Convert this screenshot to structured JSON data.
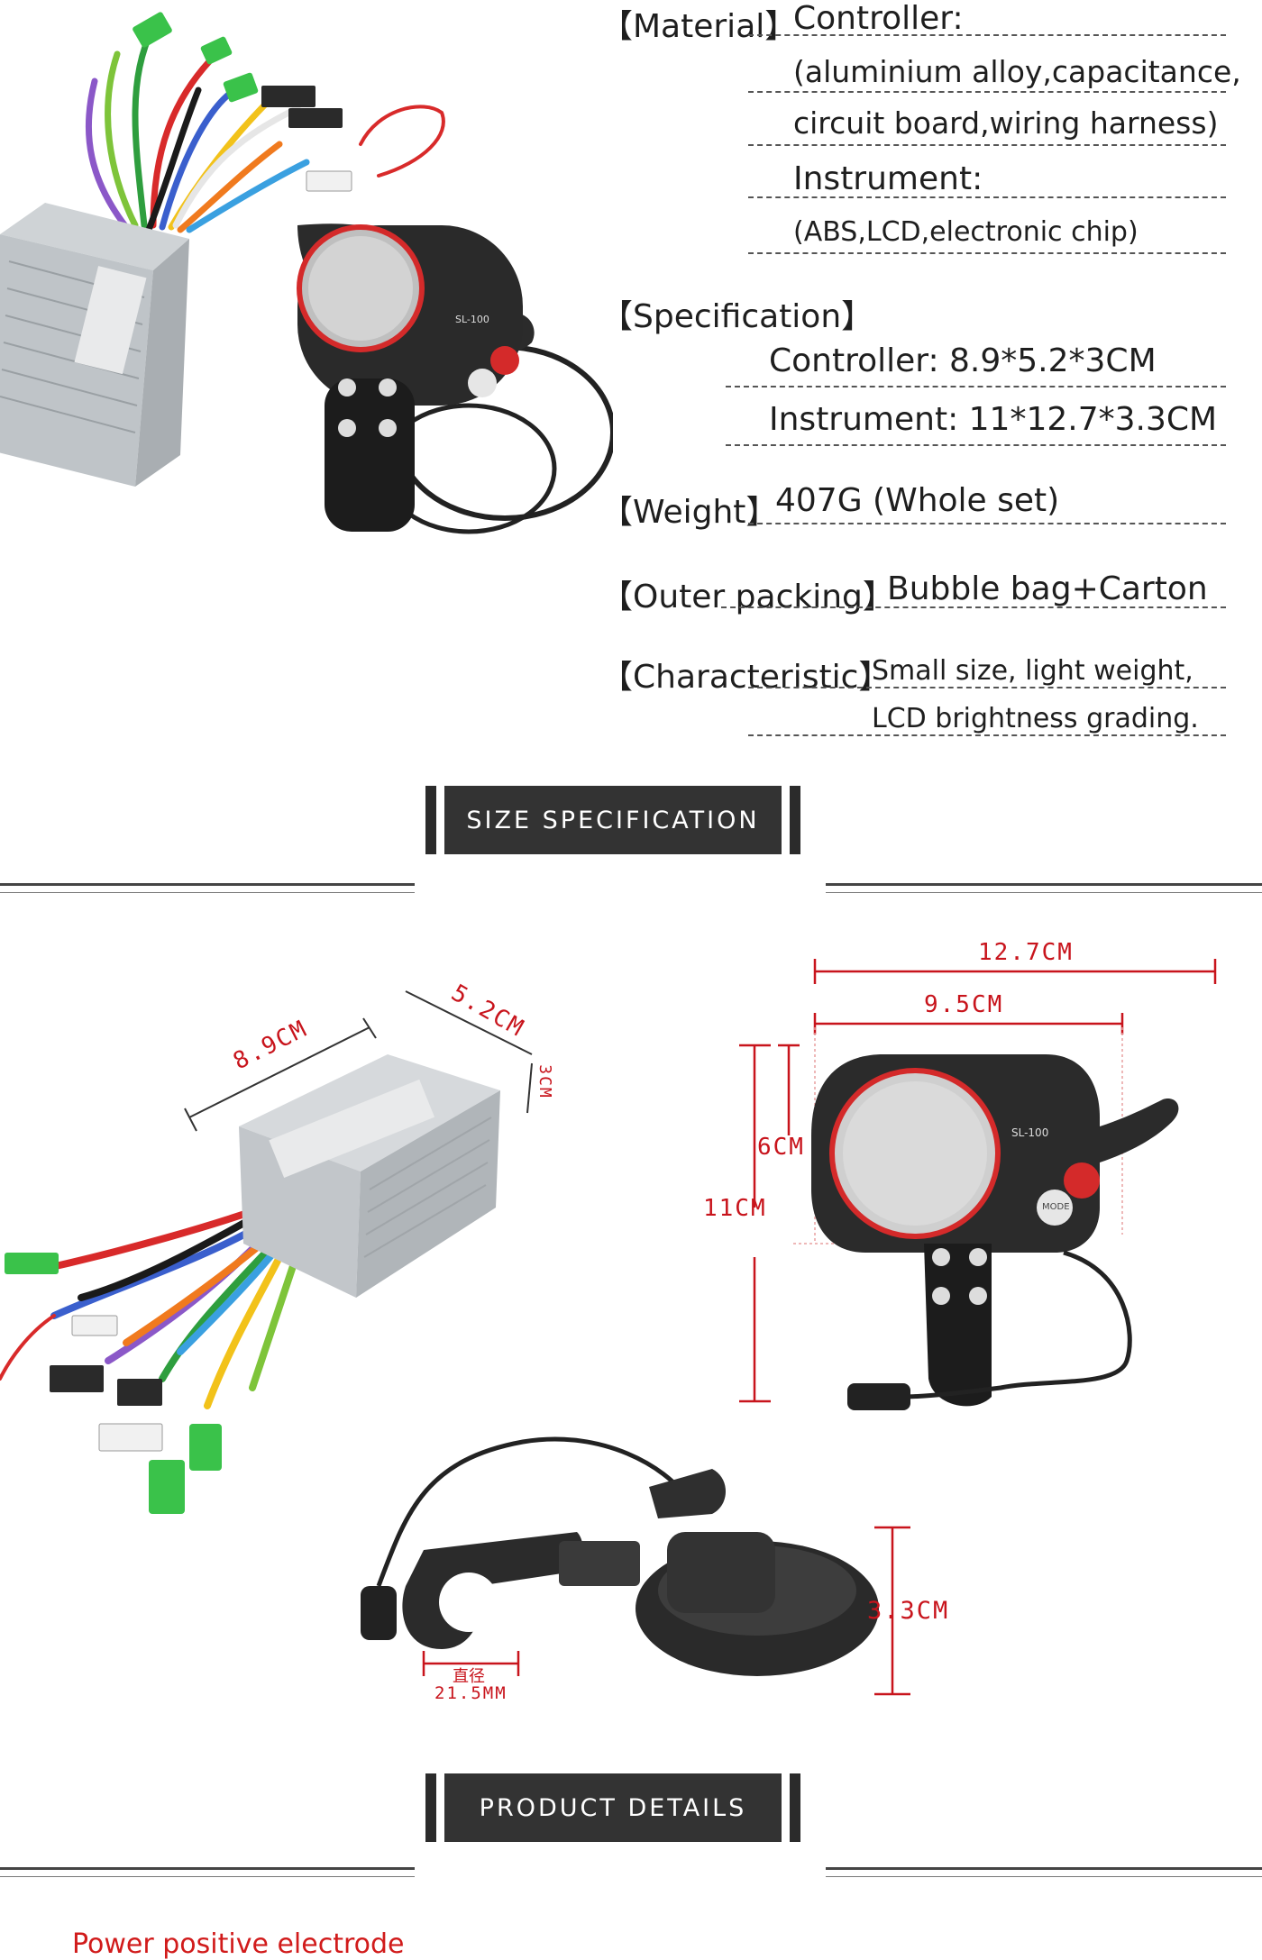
{
  "spec": {
    "material_label": "【Material】",
    "controller_label": "Controller:",
    "controller_material_1": "(aluminium alloy,capacitance,",
    "controller_material_2": "circuit board,wiring harness)",
    "instrument_label": "Instrument:",
    "instrument_material": "(ABS,LCD,electronic chip)",
    "specification_label": "【Specification】",
    "spec_controller": "Controller: 8.9*5.2*3CM",
    "spec_instrument": "Instrument: 11*12.7*3.3CM",
    "weight_label": "【Weight】",
    "weight_value": "407G (Whole set)",
    "outer_packing_label": "【Outer packing】",
    "outer_packing_value": "Bubble bag+Carton",
    "characteristic_label": "【Characteristic】",
    "characteristic_value_1": "Small size, light weight,",
    "characteristic_value_2": "LCD brightness grading."
  },
  "sections": {
    "size_specification": "SIZE SPECIFICATION",
    "product_details": "PRODUCT DETAILS"
  },
  "dimensions": {
    "controller_length": "8.9CM",
    "controller_width": "5.2CM",
    "controller_height": "3CM",
    "display_width_total": "12.7CM",
    "display_width_face": "9.5CM",
    "display_face_height": "6CM",
    "display_height_total": "11CM",
    "display_depth": "3.3CM",
    "clamp_diameter_cn": "直径",
    "clamp_diameter": "21.5MM"
  },
  "device_text": {
    "model": "SL-100",
    "mode_button": "MODE"
  },
  "bottom_caption": "Power positive electrode",
  "colors": {
    "banner_bg": "#333333",
    "dimension_red": "#c8141c",
    "display_ring": "#d42a2a"
  }
}
